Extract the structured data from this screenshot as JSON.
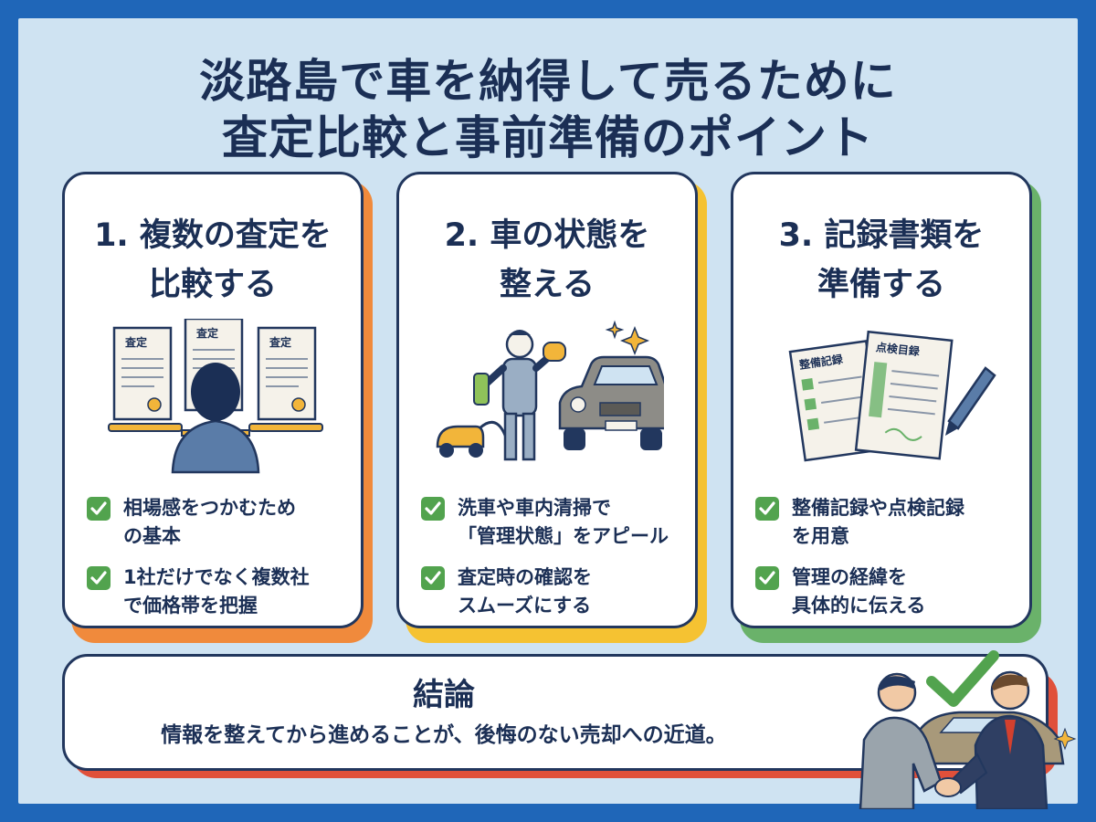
{
  "title_line1": "淡路島で車を納得して売るために",
  "title_line2": "査定比較と事前準備のポイント",
  "colors": {
    "orange": "#f08a3c",
    "yellow": "#f5c232",
    "green": "#6ab26a",
    "red": "#e0503a",
    "navy": "#22375e",
    "check": "#52a34e"
  },
  "cards": [
    {
      "title_line1": "1. 複数の査定を",
      "title_line2": "比較する",
      "doc_labels": [
        "査定",
        "査定",
        "査定"
      ],
      "icons": [
        "documents-icon",
        "person-icon"
      ],
      "checks": [
        {
          "line1": "相場感をつかむため",
          "line2": "の基本"
        },
        {
          "line1": "1社だけでなく複数社",
          "line2": "で価格帯を把握"
        }
      ]
    },
    {
      "title_line1": "2. 車の状態を",
      "title_line2": "整える",
      "icons": [
        "cleaning-person-icon",
        "car-icon",
        "vacuum-icon",
        "sparkle-icon"
      ],
      "checks": [
        {
          "line1": "洗車や車内清掃で",
          "line2": "「管理状態」をアピール"
        },
        {
          "line1": "査定時の確認を",
          "line2": "スムーズにする"
        }
      ]
    },
    {
      "title_line1": "3. 記録書類を",
      "title_line2": "準備する",
      "doc_labels": [
        "整備記録",
        "点検目録"
      ],
      "icons": [
        "records-icon",
        "pen-icon"
      ],
      "checks": [
        {
          "line1": "整備記録や点検記録",
          "line2": "を用意"
        },
        {
          "line1": "管理の経緯を",
          "line2": "具体的に伝える"
        }
      ]
    }
  ],
  "conclusion": {
    "title": "結論",
    "text": "情報を整えてから進めることが、後悔のない売却への近道。",
    "icons": [
      "handshake-icon",
      "checkmark-icon",
      "car-icon"
    ]
  }
}
